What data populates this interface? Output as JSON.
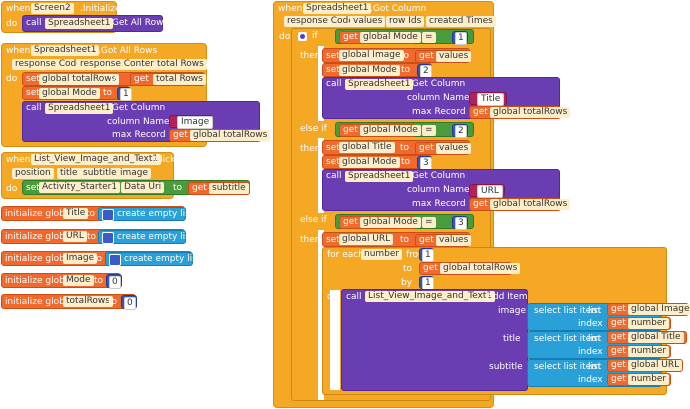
{
  "kw": {
    "when": "when",
    "do": "do",
    "call": "call",
    "set": "set",
    "get": "get",
    "to": "to",
    "then": "then",
    "else_if": "else if",
    "if": "if",
    "for_each": "for each",
    "from": "from",
    "by": "by",
    "init_global": "initialize global",
    "create_empty_list": "create empty list",
    "select_list_item": "select list item",
    "list": "list",
    "index": "index",
    "eq": "=",
    "column_name": "column Name",
    "max_record": "max Record"
  },
  "b1": {
    "component": "Screen2",
    "event": ".Initialize",
    "call": "Spreadsheet1",
    "method": ".Get All Rows"
  },
  "b2": {
    "component": "Spreadsheet1",
    "event": ".Got All Rows",
    "params": [
      "response Code",
      "response Content",
      "total Rows"
    ],
    "set1": "global totalRows",
    "get1": "total Rows",
    "set2": "global Mode",
    "num": "1",
    "call": "Spreadsheet1",
    "method": ".Get Column",
    "col": "Image",
    "max": "global totalRows"
  },
  "b3": {
    "component": "List_View_Image_and_Text1",
    "event": ".Click",
    "params": [
      "position",
      "title",
      "subtitle",
      "image"
    ],
    "comp2": "Activity_Starter1",
    "prop": "Data Uri",
    "get": "subtitle"
  },
  "globals": [
    {
      "name": "Title",
      "value": "create empty list"
    },
    {
      "name": "URL",
      "value": "create empty list"
    },
    {
      "name": "Image",
      "value": "create empty list"
    },
    {
      "name": "Mode",
      "value": "0"
    },
    {
      "name": "totalRows",
      "value": "0"
    }
  ],
  "b4": {
    "component": "Spreadsheet1",
    "event": ".Got Column",
    "params": [
      "response Code",
      "values",
      "row Ids",
      "created Times"
    ],
    "mode": "global Mode",
    "n1": "1",
    "n2": "2",
    "n3": "3",
    "setImage": "global Image",
    "values": "values",
    "setMode": "global Mode",
    "call": "Spreadsheet1",
    "method": ".Get Column",
    "colTitle": "Title",
    "colUrl": "URL",
    "max": "global totalRows",
    "setTitle": "global Title",
    "setUrl": "global URL",
    "loopVar": "number",
    "from": "1",
    "toVal": "global totalRows",
    "byVal": "1",
    "call2": "List_View_Image_and_Text1",
    "method2": ".Add Item",
    "image": "image",
    "title": "title",
    "subtitle": "subtitle",
    "gImage": "global Image",
    "gTitle": "global Title",
    "gUrl": "global URL",
    "num": "number"
  }
}
